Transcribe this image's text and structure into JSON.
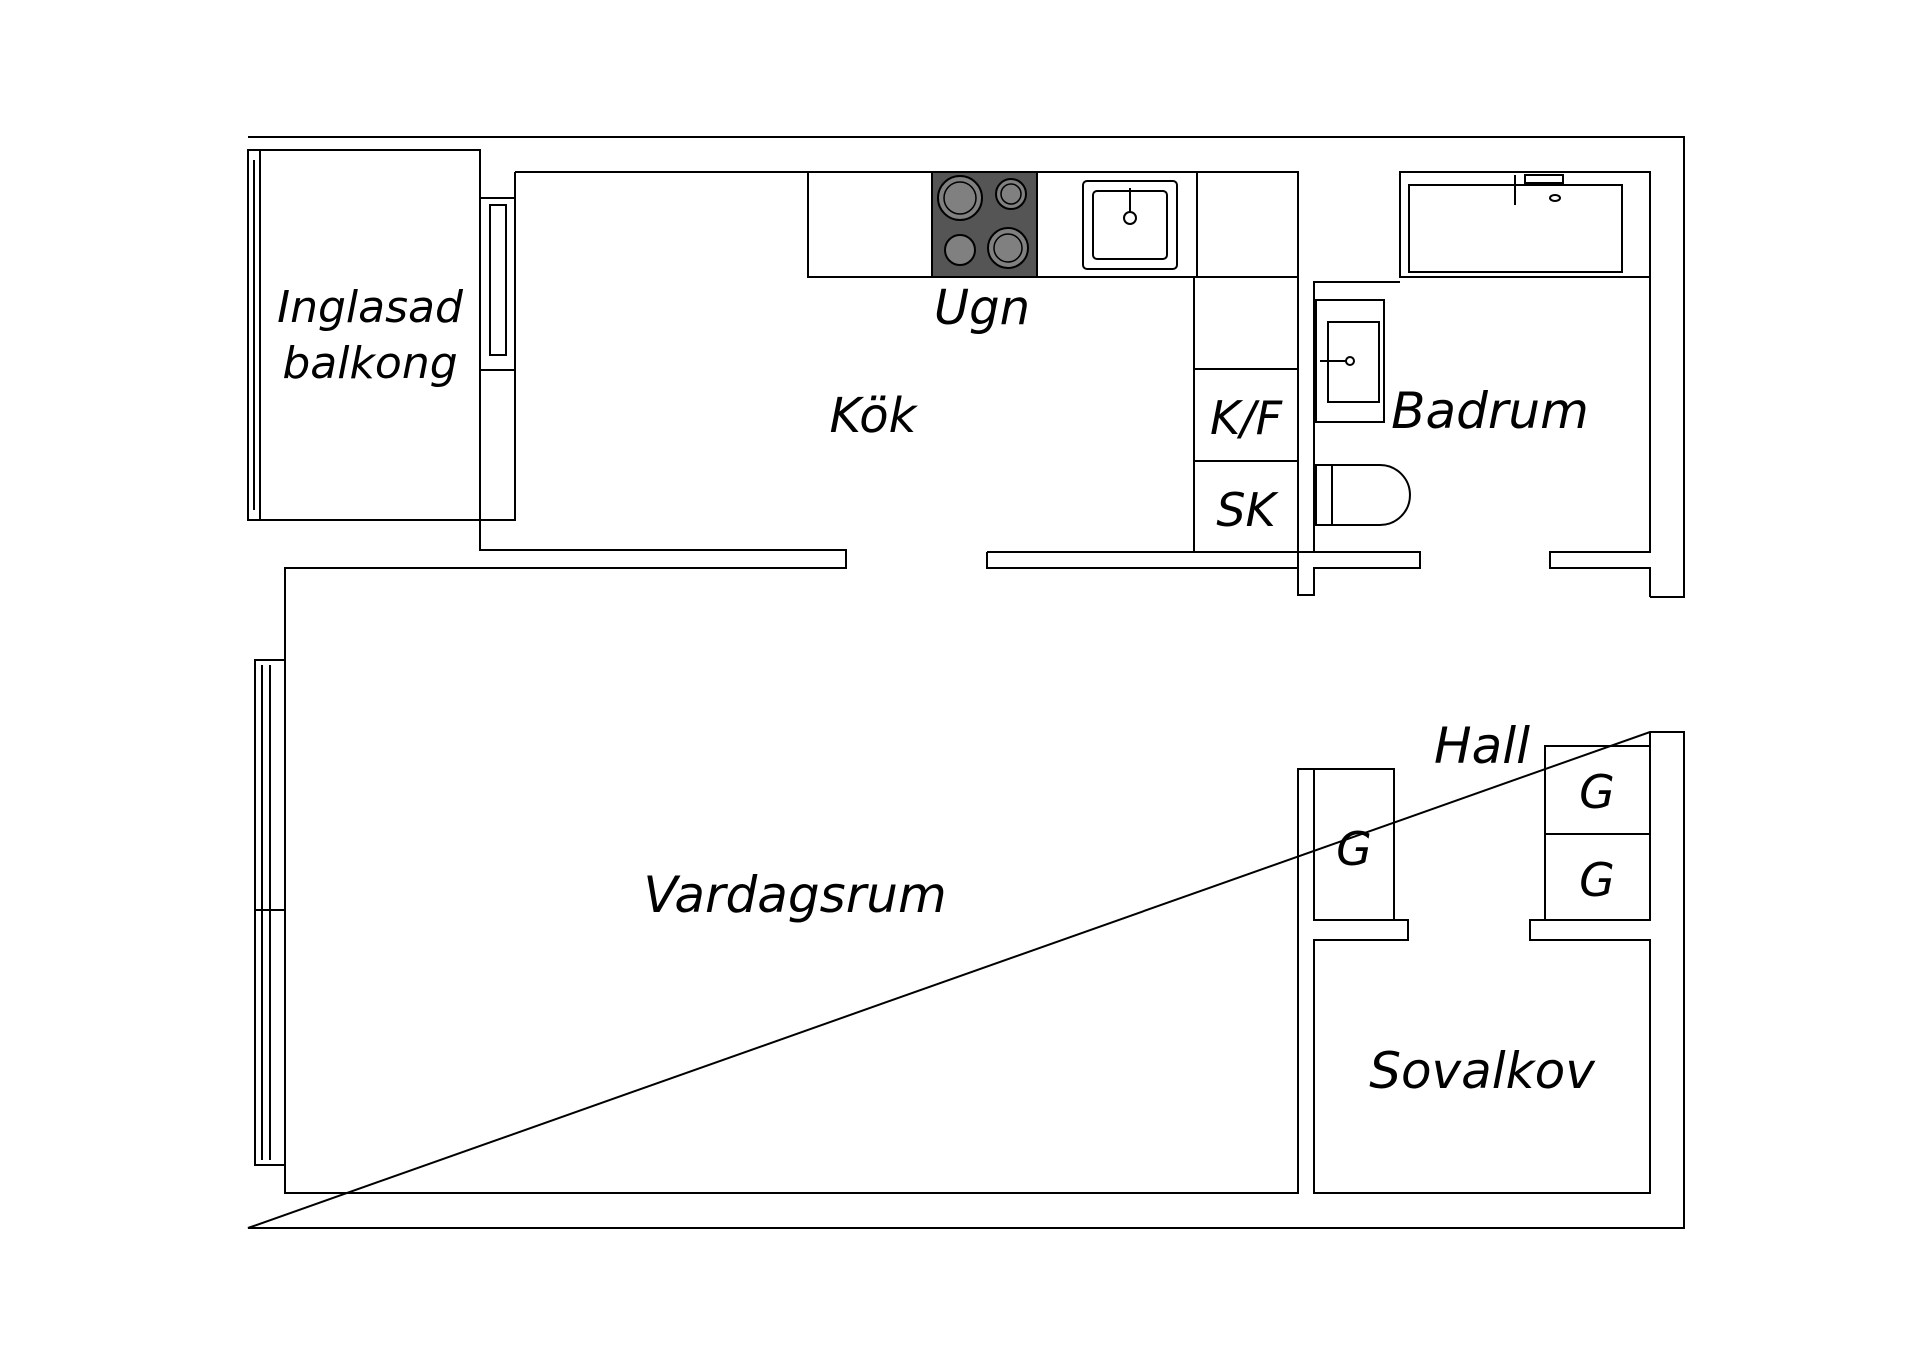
{
  "rooms": {
    "balcony_line1": "Inglasad",
    "balcony_line2": "balkong",
    "stove": "Ugn",
    "kitchen": "Kök",
    "fridge_freezer": "K/F",
    "broom_closet": "SK",
    "bathroom": "Badrum",
    "hall": "Hall",
    "wardrobe_left": "G",
    "wardrobe_right_top": "G",
    "wardrobe_right_bottom": "G",
    "living_room": "Vardagsrum",
    "sleeping_alcove": "Sovalkov"
  },
  "colors": {
    "line": "#000000",
    "background": "#ffffff",
    "stove_top": "#555555",
    "burner": "#808080"
  }
}
